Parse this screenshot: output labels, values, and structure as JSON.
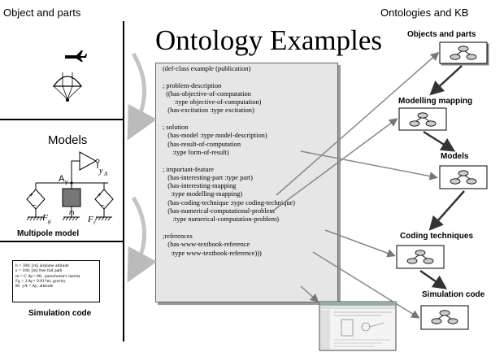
{
  "headers": {
    "left": "Object and parts",
    "right": "Ontologies and KB"
  },
  "title": "Ontology Examples",
  "code_lines": [
    "(def-class example (publication)",
    "",
    "; problem-description",
    "  ((has-objective-of-computation",
    "       :type objective-of-computation)",
    "   (has-excitation :type excitation)",
    "",
    "; solution",
    "   (has-model :type model-description)",
    "   (has-result-of-computation",
    "      :type form-of-result)",
    "",
    "; important-feature",
    "   (has-interesting-part :type part)",
    "   (has-interesting-mapping",
    "     :type modelling-mapping)",
    "   (has-coding-technique :type coding-technique)",
    "   (has-numerical-computational-problem",
    "      :type numerical-computation-problem)",
    "",
    ";references",
    "   (has-www-textbook-reference",
    "     :type www-textbook-reference)))"
  ],
  "left_panel": {
    "models_label": "Models",
    "multipole_label": "Multipole model",
    "sim_label": "Simulation code",
    "sim_lines": [
      "h = 300; [m] airplane altitude",
      "s = 100; [m] free fall path",
      "m = C Ay= 80;  parachutist's inertia",
      "Fg > J Ay= 9.81*m; gravity",
      "Bl  yA = Ay; altitude"
    ],
    "diagram": {
      "a_label": "A",
      "a_sub": "y",
      "y_label": "y",
      "y_sub": "A",
      "m_label": "m",
      "fg_label": "F",
      "fg_sub": "g",
      "fr_label": "F",
      "fr_sub": "r",
      "plus": "+",
      "minus": "−"
    }
  },
  "right_labels": {
    "objects": "Objects and parts",
    "modelling": "Modelling mapping",
    "models": "Models",
    "coding": "Coding techniques",
    "simulation": "Simulation code"
  }
}
